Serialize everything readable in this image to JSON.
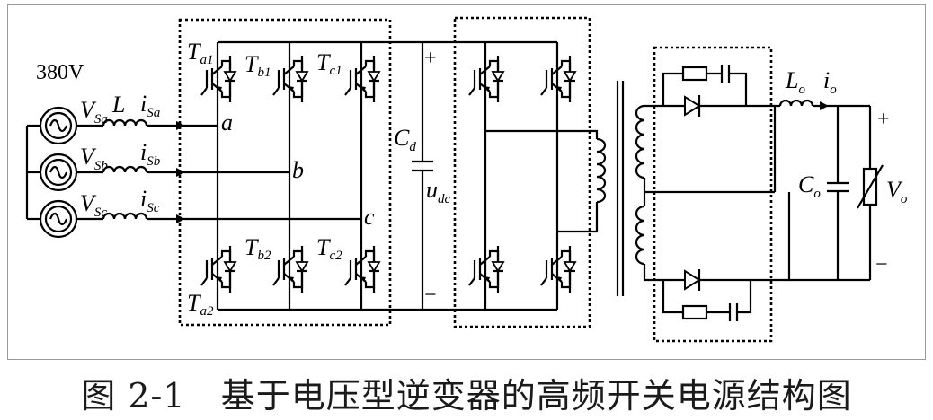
{
  "source": {
    "voltage": "380V"
  },
  "labels": {
    "Vsa": {
      "main": "V",
      "sub": "Sa"
    },
    "Vsb": {
      "main": "V",
      "sub": "Sb"
    },
    "Vsc": {
      "main": "V",
      "sub": "Sc"
    },
    "L": {
      "main": "L",
      "sub": ""
    },
    "isa": {
      "main": "i",
      "sub": "Sa"
    },
    "isb": {
      "main": "i",
      "sub": "Sb"
    },
    "isc": {
      "main": "i",
      "sub": "Sc"
    },
    "a": {
      "main": "a",
      "sub": ""
    },
    "b": {
      "main": "b",
      "sub": ""
    },
    "c": {
      "main": "c",
      "sub": ""
    },
    "Ta1": {
      "main": "T",
      "sub": "a1"
    },
    "Tb1": {
      "main": "T",
      "sub": "b1"
    },
    "Tc1": {
      "main": "T",
      "sub": "c1"
    },
    "Ta2": {
      "main": "T",
      "sub": "a2"
    },
    "Tb2": {
      "main": "T",
      "sub": "b2"
    },
    "Tc2": {
      "main": "T",
      "sub": "c2"
    },
    "Cd": {
      "main": "C",
      "sub": "d"
    },
    "udc": {
      "main": "u",
      "sub": "dc"
    },
    "dc_plus": {
      "main": "+",
      "sub": ""
    },
    "dc_minus": {
      "main": "−",
      "sub": ""
    },
    "Lo": {
      "main": "L",
      "sub": "o"
    },
    "io": {
      "main": "i",
      "sub": "o"
    },
    "Co": {
      "main": "C",
      "sub": "o"
    },
    "Vo": {
      "main": "V",
      "sub": "o"
    },
    "out_plus": {
      "main": "+",
      "sub": ""
    },
    "out_minus": {
      "main": "−",
      "sub": ""
    }
  },
  "caption": "图 2-1   基于电压型逆变器的高频开关电源结构图"
}
